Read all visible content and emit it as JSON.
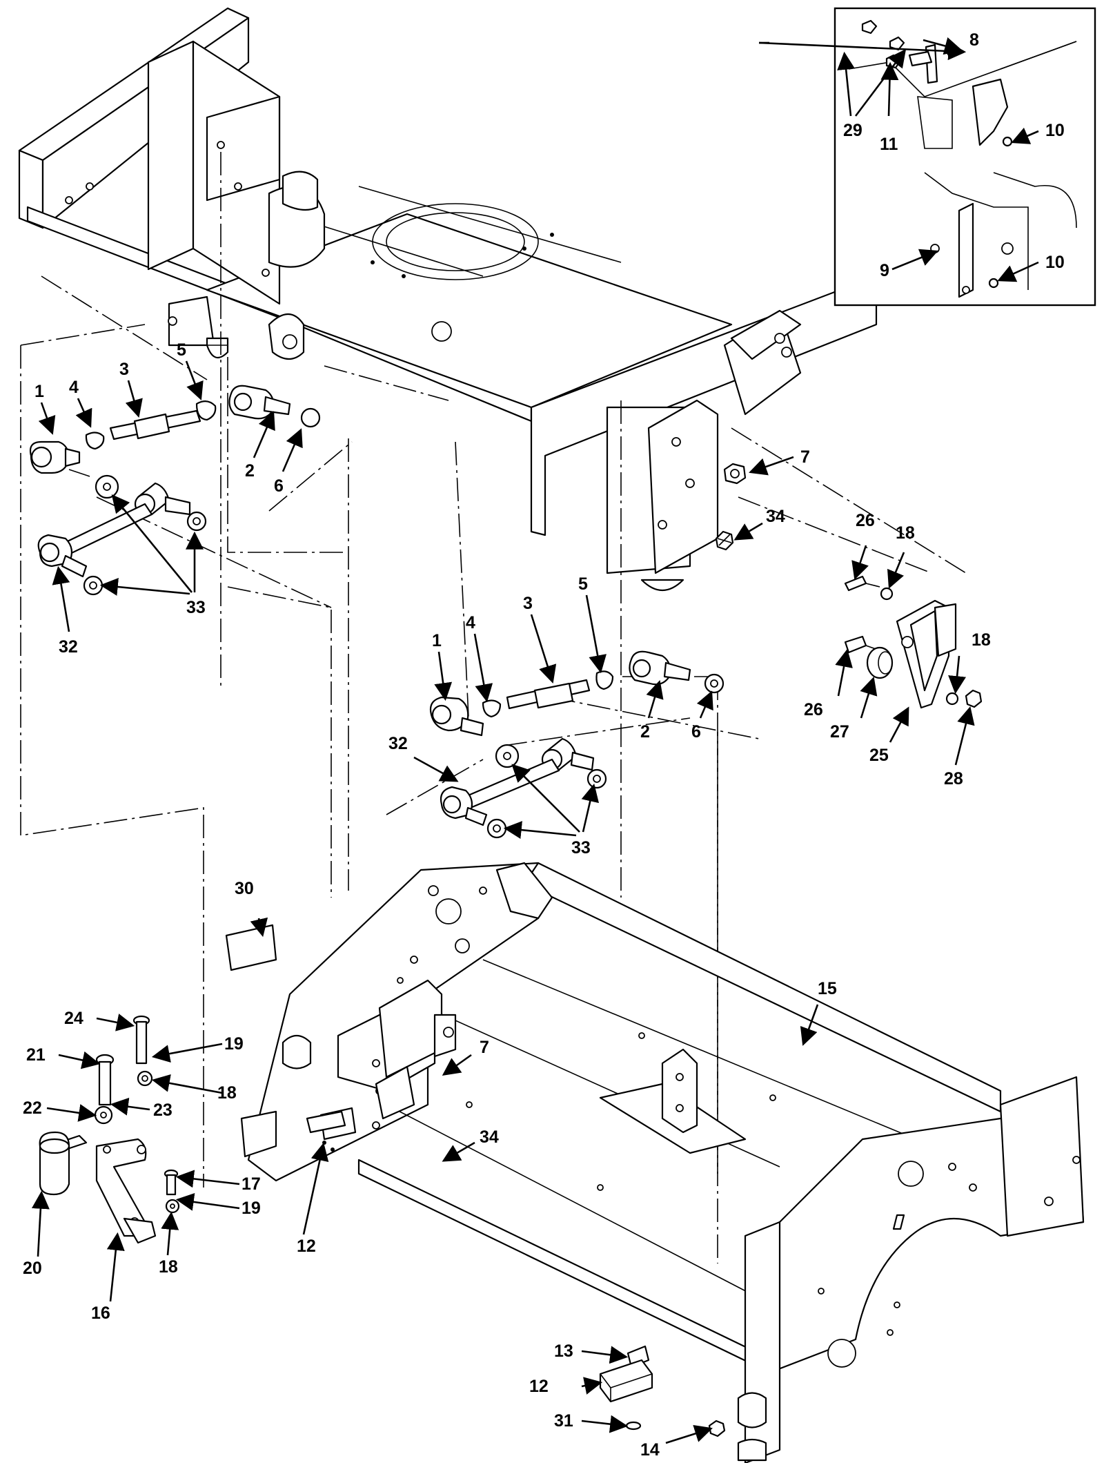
{
  "figure": {
    "callouts": [
      {
        "id": "c1a",
        "text": "1"
      },
      {
        "id": "c4a",
        "text": "4"
      },
      {
        "id": "c3a",
        "text": "3"
      },
      {
        "id": "c5a",
        "text": "5"
      },
      {
        "id": "c2a",
        "text": "2"
      },
      {
        "id": "c6a",
        "text": "6"
      },
      {
        "id": "c33a",
        "text": "33"
      },
      {
        "id": "c32a",
        "text": "32"
      },
      {
        "id": "c1b",
        "text": "1"
      },
      {
        "id": "c4b",
        "text": "4"
      },
      {
        "id": "c3b",
        "text": "3"
      },
      {
        "id": "c5b",
        "text": "5"
      },
      {
        "id": "c2b",
        "text": "2"
      },
      {
        "id": "c6b",
        "text": "6"
      },
      {
        "id": "c32b",
        "text": "32"
      },
      {
        "id": "c33b",
        "text": "33"
      },
      {
        "id": "c7a",
        "text": "7"
      },
      {
        "id": "c34a",
        "text": "34"
      },
      {
        "id": "c26a",
        "text": "26"
      },
      {
        "id": "c18a",
        "text": "18"
      },
      {
        "id": "c26b",
        "text": "26"
      },
      {
        "id": "c27",
        "text": "27"
      },
      {
        "id": "c25",
        "text": "25"
      },
      {
        "id": "c18b",
        "text": "18"
      },
      {
        "id": "c28",
        "text": "28"
      },
      {
        "id": "c8",
        "text": "8"
      },
      {
        "id": "c29",
        "text": "29"
      },
      {
        "id": "c11",
        "text": "11"
      },
      {
        "id": "c10a",
        "text": "10"
      },
      {
        "id": "c9",
        "text": "9"
      },
      {
        "id": "c10b",
        "text": "10"
      },
      {
        "id": "c30",
        "text": "30"
      },
      {
        "id": "c15",
        "text": "15"
      },
      {
        "id": "c24",
        "text": "24"
      },
      {
        "id": "c19a",
        "text": "19"
      },
      {
        "id": "c21",
        "text": "21"
      },
      {
        "id": "c18c",
        "text": "18"
      },
      {
        "id": "c22",
        "text": "22"
      },
      {
        "id": "c23",
        "text": "23"
      },
      {
        "id": "c7b",
        "text": "7"
      },
      {
        "id": "c34b",
        "text": "34"
      },
      {
        "id": "c17",
        "text": "17"
      },
      {
        "id": "c19b",
        "text": "19"
      },
      {
        "id": "c12a",
        "text": "12"
      },
      {
        "id": "c20",
        "text": "20"
      },
      {
        "id": "c18d",
        "text": "18"
      },
      {
        "id": "c16",
        "text": "16"
      },
      {
        "id": "c13",
        "text": "13"
      },
      {
        "id": "c12b",
        "text": "12"
      },
      {
        "id": "c31",
        "text": "31"
      },
      {
        "id": "c14",
        "text": "14"
      }
    ]
  }
}
